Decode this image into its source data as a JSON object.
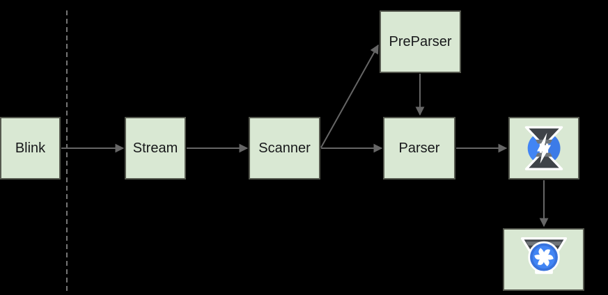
{
  "nodes": {
    "blink": {
      "label": "Blink"
    },
    "stream": {
      "label": "Stream"
    },
    "scanner": {
      "label": "Scanner"
    },
    "preparser": {
      "label": "PreParser"
    },
    "parser": {
      "label": "Parser"
    },
    "ignition": {
      "icon": "ignition-hourglass-lightning-icon"
    },
    "turbofan": {
      "icon": "turbofan-funnel-fan-icon"
    }
  },
  "edges": [
    {
      "from": "blink",
      "to": "stream"
    },
    {
      "from": "stream",
      "to": "scanner"
    },
    {
      "from": "scanner",
      "to": "parser"
    },
    {
      "from": "scanner",
      "to": "preparser"
    },
    {
      "from": "preparser",
      "to": "parser"
    },
    {
      "from": "parser",
      "to": "ignition"
    },
    {
      "from": "ignition",
      "to": "turbofan"
    }
  ],
  "divider": {
    "type": "dashed-vertical-line"
  },
  "colors": {
    "background": "#000000",
    "node_fill": "#d9e8d3",
    "node_border": "#56594f",
    "connector": "#666666",
    "divider": "#757575",
    "label_text": "#17181a",
    "icon_blue": "#4285f4",
    "icon_blue_dark": "#3873dd",
    "icon_dark": "#3f4348",
    "icon_gray_highlight": "#70757a",
    "icon_white": "#ffffff"
  }
}
